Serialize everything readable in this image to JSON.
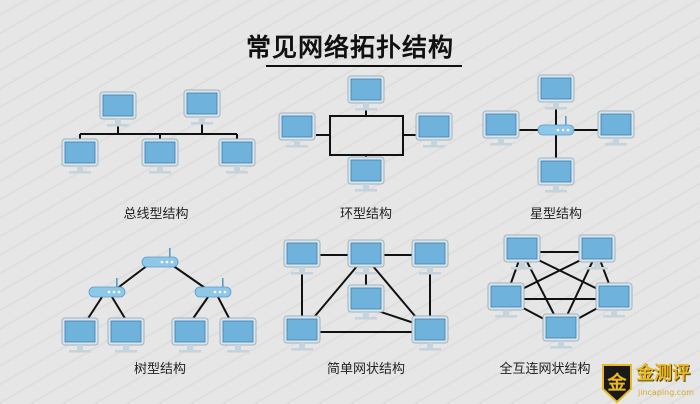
{
  "title": "常见网络拓扑结构",
  "diagrams": [
    {
      "caption": "总线型结构"
    },
    {
      "caption": "环型结构"
    },
    {
      "caption": "星型结构"
    },
    {
      "caption": "树型结构"
    },
    {
      "caption": "简单网状结构"
    },
    {
      "caption": "全互连网状结构"
    }
  ],
  "logo": {
    "text": "金测评",
    "sub": "jincaping.com"
  },
  "colors": {
    "screen": "#6fb3dd",
    "frame": "#d9e6ee",
    "line": "#111111",
    "router": "#8fc7e8"
  }
}
